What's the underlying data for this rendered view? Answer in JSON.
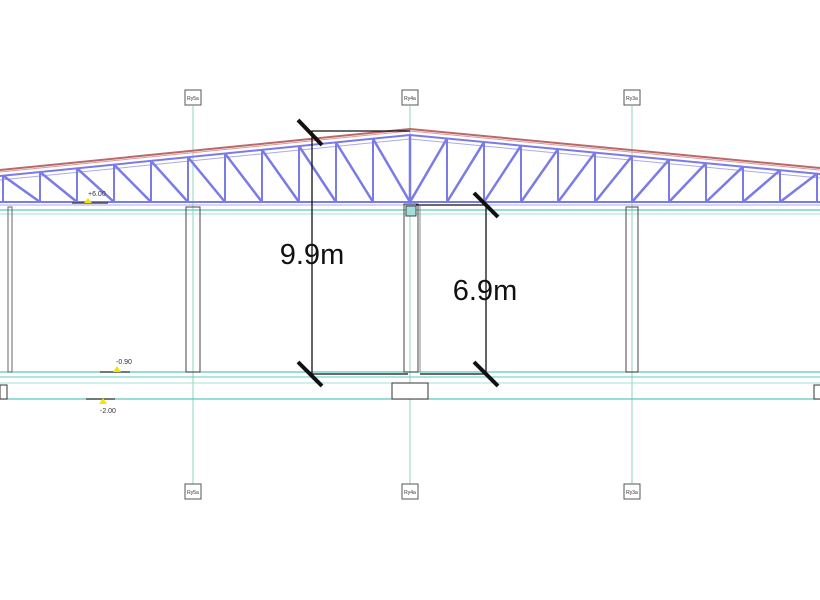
{
  "grid_axes": {
    "top": [
      "Ry5a",
      "Ry4a",
      "Ry3a"
    ],
    "bottom": [
      "Ry5a",
      "Ry4a",
      "Ry3a"
    ]
  },
  "levels": {
    "roof": "+6.00",
    "floor": "-0.90",
    "foundation": "-2.00"
  },
  "dimensions": {
    "ridge_height": "9.9m",
    "eave_height": "6.9m"
  },
  "colors": {
    "truss": "#7b7be8",
    "roof": "#b86a6a",
    "grid": "#7fcfb0",
    "floor": "#5fc8c0",
    "dimension": "#111111",
    "level_marker": "#f2e600"
  }
}
